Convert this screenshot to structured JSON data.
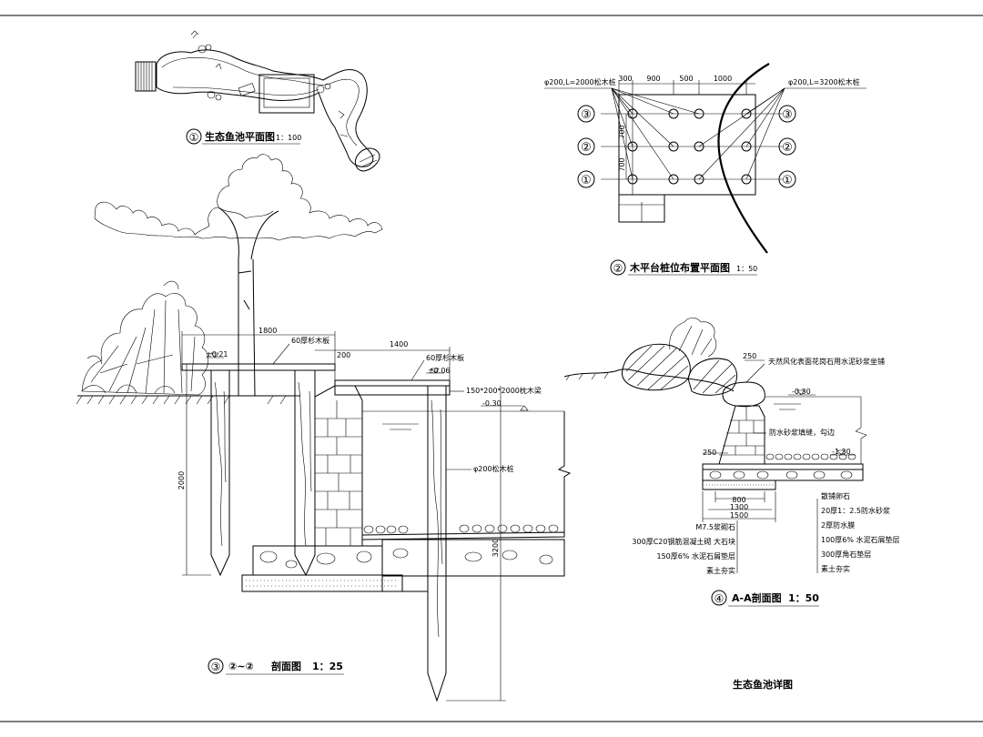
{
  "sheet_title": "生态鱼池详图",
  "plan": {
    "num": "①",
    "title": "生态鱼池平面图",
    "scale": "1：100"
  },
  "pile_plan": {
    "num": "②",
    "title": "木平台桩位布置平面图",
    "scale": "1：50",
    "note_left": "φ200,L=2000松木桩",
    "note_right": "φ200,L=3200松木桩",
    "top_dims": [
      "300",
      "900",
      "500",
      "1000"
    ],
    "side_dims": [
      "700",
      "700"
    ],
    "row_labels": [
      "③",
      "②",
      "①"
    ]
  },
  "section_22": {
    "num": "③",
    "ref": "②~②",
    "title": "剖面图",
    "scale": "1：25",
    "dim_1800": "1800",
    "dim_200": "200",
    "dim_1400": "1400",
    "label_board1": "60厚杉木板",
    "label_board2": "60厚杉木板",
    "elev_021": "±0.21",
    "elev_006": "±0.06",
    "beam": "150*200*2000枕木梁",
    "water_level": "-0.30",
    "pile": "φ200松木桩",
    "dim_2000": "2000",
    "dim_3200": "3200"
  },
  "section_aa": {
    "num": "④",
    "title": "A-A剖面图",
    "scale": "1：50",
    "dim_250a": "250",
    "dim_250b": "250",
    "stone_note": "天然风化表面花岗石用水泥砂浆坐铺",
    "water_level": "-0.30",
    "joint_note": "防水砂浆填缝，勾边",
    "bottom_level": "-1.30",
    "dims_bottom": [
      "800",
      "1300",
      "1500"
    ],
    "left_labels": [
      "M7.5浆砌石",
      "300厚C20钢筋混凝土砌 大石块",
      "150厚6% 水泥石屑垫层",
      "素土夯实"
    ],
    "right_labels": [
      "散铺卵石",
      "20厚1：2.5防水砂浆",
      "2厚防水膜",
      "100厚6% 水泥石屑垫层",
      "300厚角石垫层",
      "素土夯实"
    ]
  }
}
